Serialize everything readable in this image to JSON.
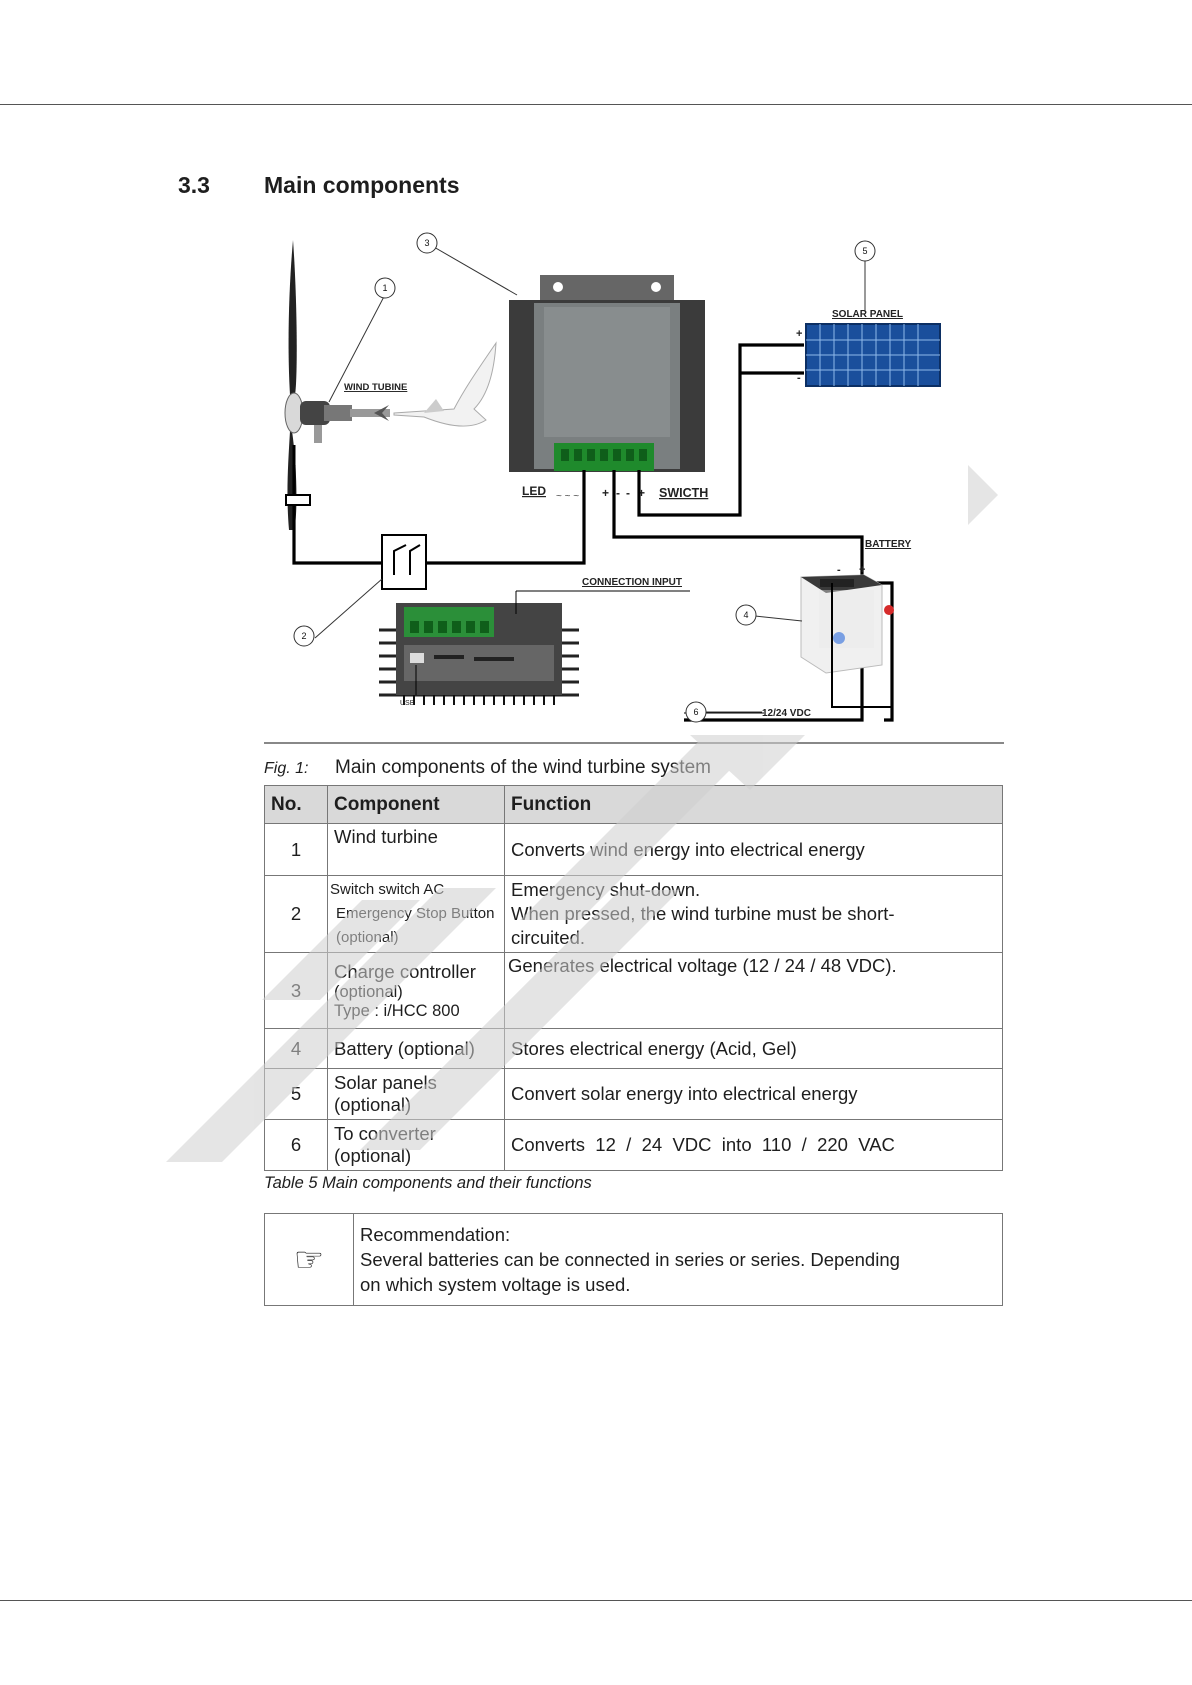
{
  "section": {
    "number": "3.3",
    "title": "Main components"
  },
  "diagram": {
    "callouts": [
      "1",
      "2",
      "3",
      "4",
      "5",
      "6"
    ],
    "labels": {
      "wind_turbine": "WIND TUBINE",
      "solar_panel": "SOLAR PANEL",
      "led": "LED",
      "switch": "SWICTH",
      "battery": "BATTERY",
      "connection_input": "CONNECTION INPUT",
      "usb": "USB",
      "voltage": "12/24 VDC",
      "ac_symbol": "~ ~ ~",
      "plus": "+",
      "minus": "-"
    }
  },
  "figure": {
    "label": "Fig. 1:",
    "caption": "Main components of the wind turbine system"
  },
  "table": {
    "headers": [
      "No.",
      "Component",
      "Function"
    ],
    "rows": [
      {
        "no": "1",
        "component": [
          "Wind turbine"
        ],
        "function": [
          "Converts wind energy into electrical energy"
        ]
      },
      {
        "no": "2",
        "component": [
          "Switch switch AC",
          "Emergency Stop Button",
          "(optional)"
        ],
        "function": [
          "Emergency shut-down.",
          "When pressed, the wind turbine must be short-",
          "circuited."
        ]
      },
      {
        "no": "3",
        "component": [
          "Charge controller",
          "(optional)",
          "Type : i/HCC 800"
        ],
        "function": [
          "Generates electrical voltage (12 / 24 / 48 VDC)."
        ]
      },
      {
        "no": "4",
        "component": [
          "Battery (optional)"
        ],
        "function": [
          "Stores electrical energy (Acid, Gel)"
        ]
      },
      {
        "no": "5",
        "component": [
          "Solar panels",
          "(optional)"
        ],
        "function": [
          "Convert solar energy into electrical energy"
        ]
      },
      {
        "no": "6",
        "component": [
          "To converter",
          "(optional)"
        ],
        "function": [
          "Converts  12  /  24  VDC  into  110  /  220  VAC"
        ]
      }
    ],
    "caption": "Table 5  Main components and their functions"
  },
  "recommendation": {
    "icon": "pointing-hand-icon",
    "glyph": "☞",
    "title": "Recommendation:",
    "lines": [
      "Several batteries can be connected in series or series. Depending",
      "on which system voltage is used."
    ]
  },
  "colors": {
    "watermark": "#d6d6d6",
    "header_bg": "#d9d9d9",
    "rule": "#555555"
  }
}
